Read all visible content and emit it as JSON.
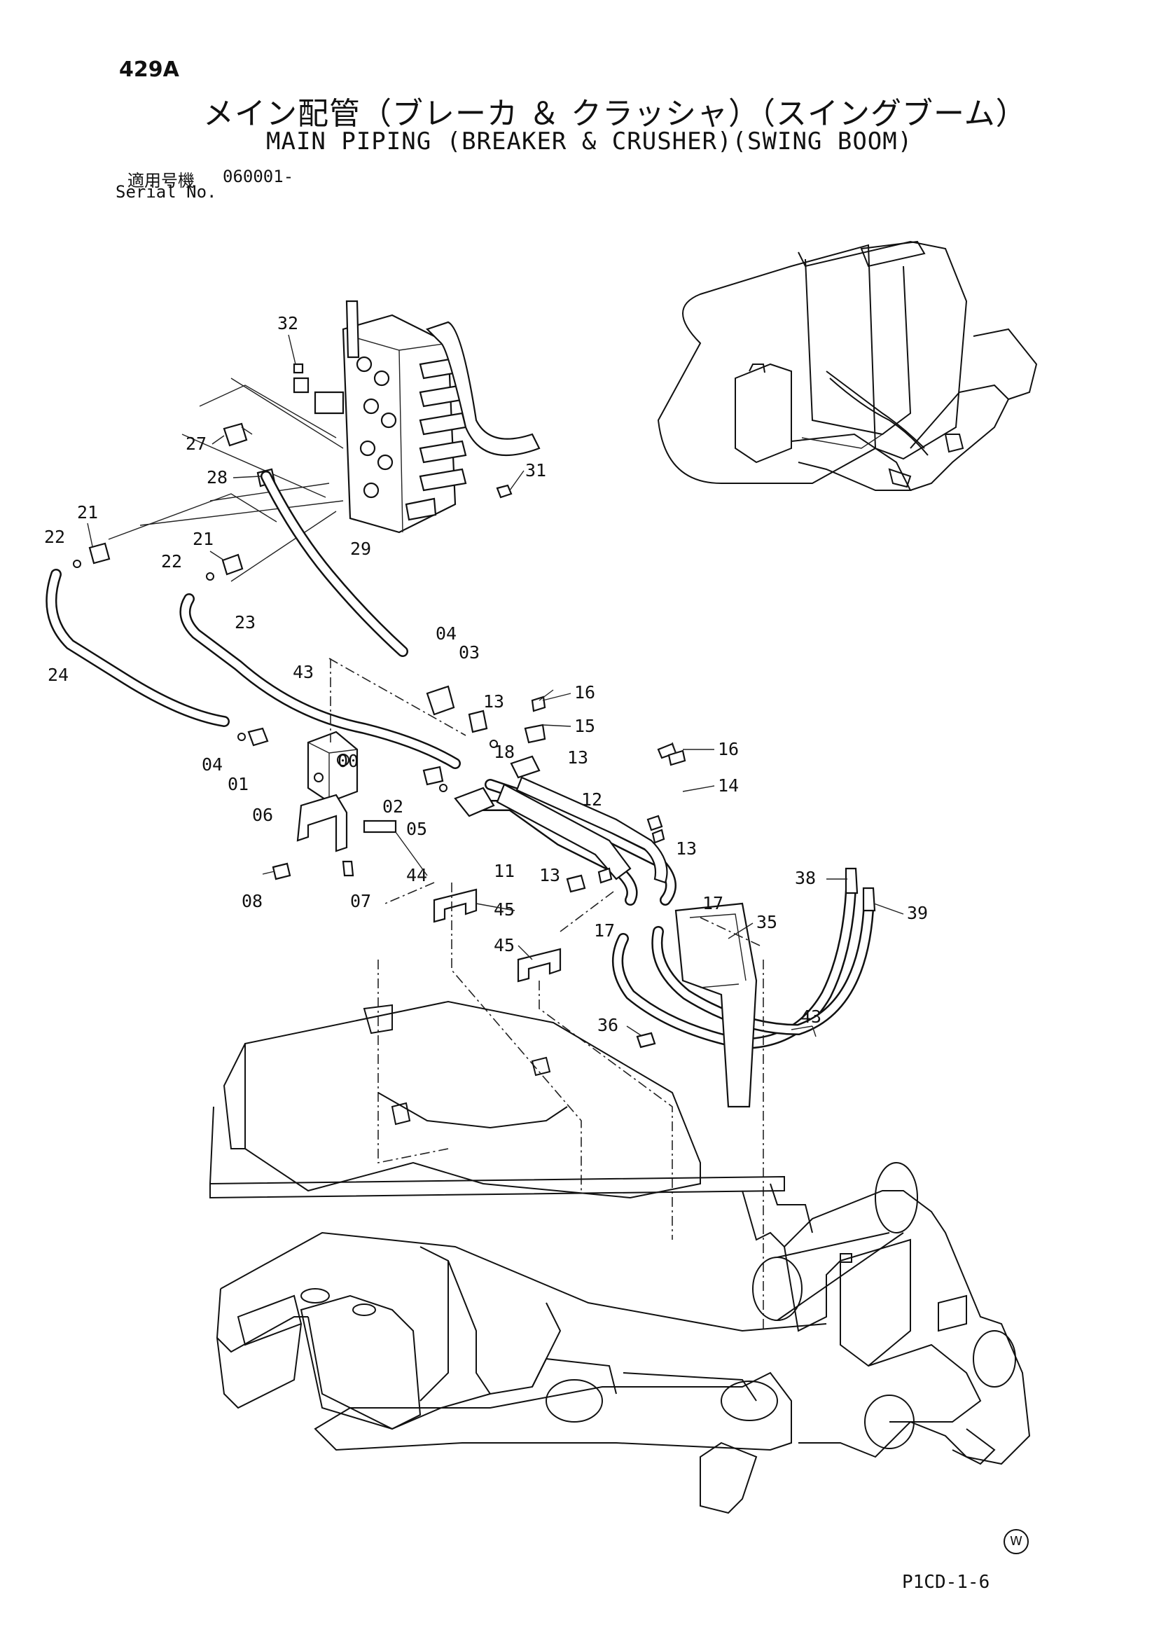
{
  "header": {
    "page_no": "429A",
    "title_jp": "メイン配管（ブレーカ ＆ クラッシャ）（スイングブーム）",
    "title_en": "MAIN PIPING (BREAKER & CRUSHER)(SWING BOOM)",
    "serial_label_jp": "適用号機",
    "serial_value": "060001-",
    "serial_label_en": "Serial No."
  },
  "footer": {
    "doc_code": "P1CD-1-6",
    "mark": "W"
  },
  "callouts": [
    "32",
    "27",
    "28",
    "31",
    "21",
    "22",
    "21",
    "22",
    "29",
    "24",
    "23",
    "04",
    "03",
    "43",
    "16",
    "13",
    "15",
    "18",
    "13",
    "16",
    "14",
    "00",
    "04",
    "01",
    "02",
    "05",
    "12",
    "06",
    "13",
    "11",
    "44",
    "13",
    "08",
    "07",
    "45",
    "17",
    "17",
    "35",
    "38",
    "39",
    "45",
    "36",
    "43"
  ]
}
